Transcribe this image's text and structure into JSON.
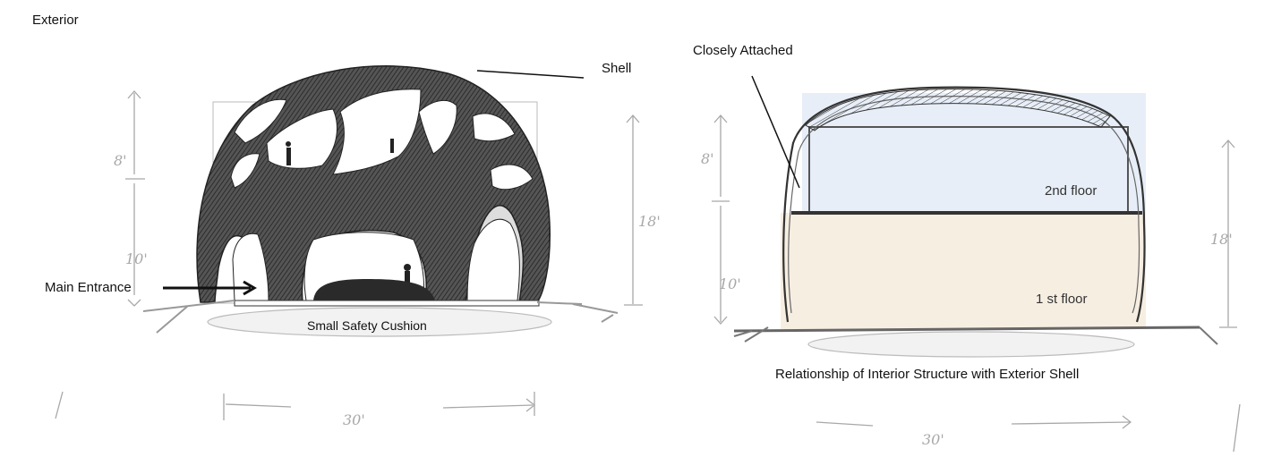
{
  "section_title": "Exterior",
  "left": {
    "shell_label": "Shell",
    "entrance_label": "Main Entrance",
    "cushion_label": "Small Safety Cushion",
    "dims": {
      "upper": "8'",
      "lower": "10'",
      "total": "18'",
      "width": "30'"
    }
  },
  "right": {
    "attached_label": "Closely Attached",
    "floor2_label": "2nd floor",
    "floor1_label": "1 st floor",
    "caption": "Relationship of Interior Structure with Exterior Shell",
    "dims": {
      "upper": "8'",
      "lower": "10'",
      "total": "18'",
      "width": "30'"
    }
  },
  "colors": {
    "shell_dark": "#3a3a3a",
    "floor2_tint": "#dfe8f6",
    "floor1_tint": "#f6ebdd",
    "pencil": "#a8a8a8"
  }
}
